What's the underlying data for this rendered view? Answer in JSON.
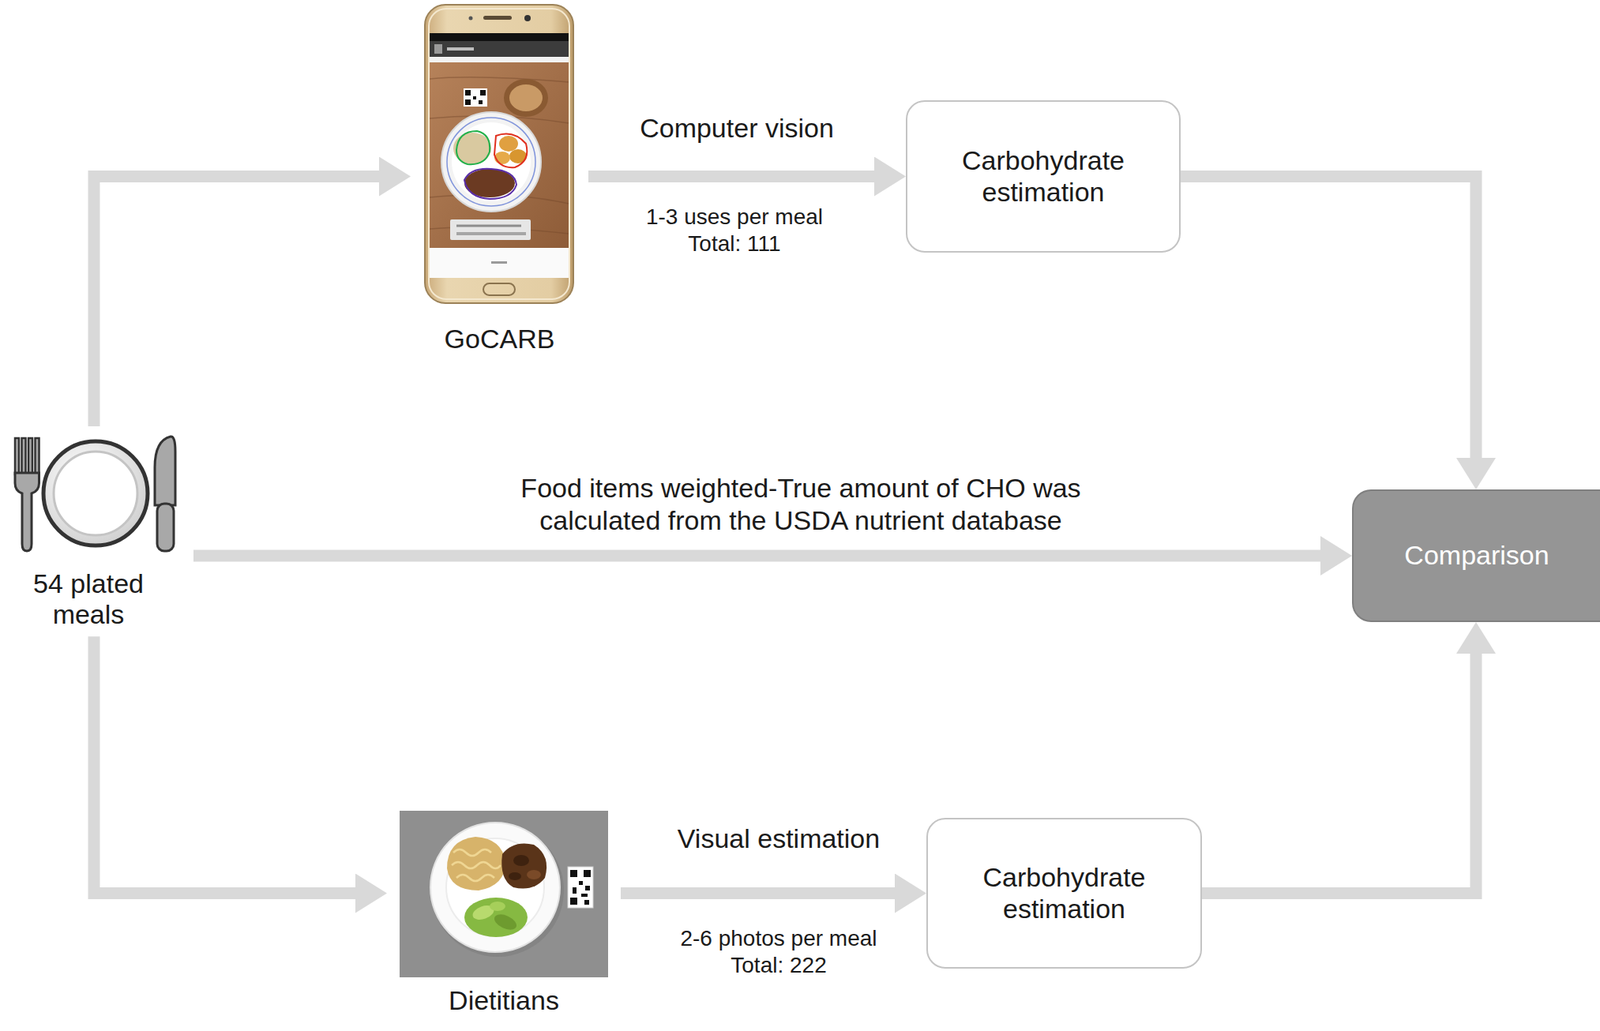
{
  "diagram": {
    "nodes": [
      {
        "text": [
          "54 plated meals"
        ]
      },
      {
        "text": [
          "GoCARB"
        ]
      },
      {
        "text": [
          "Carbohydrate estimation"
        ]
      },
      {
        "text": [
          "Dietitians"
        ]
      },
      {
        "text": [
          "Carbohydrate estimation"
        ]
      },
      {
        "text": [
          "Comparison"
        ]
      }
    ],
    "edges": [
      {
        "from": 0,
        "to": 1,
        "arrow": "to"
      },
      {
        "from": 1,
        "to": 2,
        "label": "Computer vision",
        "arrow": "to"
      },
      {
        "from": 2,
        "to": 5,
        "arrow": "to"
      },
      {
        "from": 0,
        "to": 5,
        "label": "Food items weighted-True amount of CHO was calculated from the USDA nutrient database",
        "arrow": "to"
      },
      {
        "from": 0,
        "to": 3,
        "arrow": "to"
      },
      {
        "from": 3,
        "to": 4,
        "label": "Visual estimation",
        "arrow": "to"
      },
      {
        "from": 4,
        "to": 5,
        "arrow": "to"
      }
    ],
    "labels": [
      "1-3 uses per meal Total: 111",
      "2-6 photos per meal Total: 222"
    ]
  }
}
